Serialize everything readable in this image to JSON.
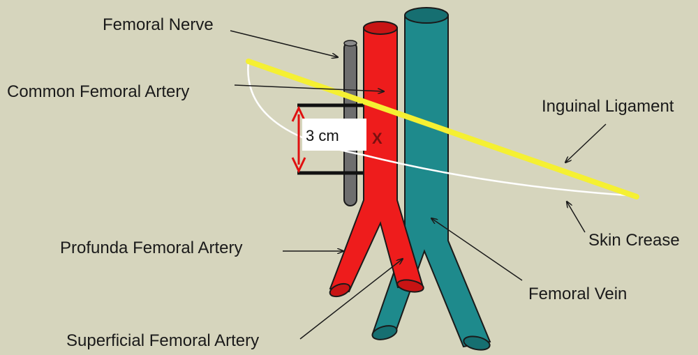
{
  "labels": {
    "femoral_nerve": "Femoral Nerve",
    "common_femoral_artery": "Common Femoral Artery",
    "inguinal_ligament": "Inguinal Ligament",
    "skin_crease": "Skin Crease",
    "profunda_femoral_artery": "Profunda Femoral Artery",
    "femoral_vein": "Femoral Vein",
    "superficial_femoral_artery": "Superficial Femoral Artery"
  },
  "measurement": "3 cm",
  "puncture_mark": "X",
  "colors": {
    "background": "#d6d5bd",
    "artery": "#ee1c1c",
    "artery_top": "#c81414",
    "vein": "#1e8a8c",
    "vein_top": "#166f71",
    "nerve": "#6e6e6e",
    "ligament": "#f5f032",
    "skin_crease": "#ffffff",
    "measure_arrow": "#e01010",
    "outline": "#1a1a1a"
  }
}
